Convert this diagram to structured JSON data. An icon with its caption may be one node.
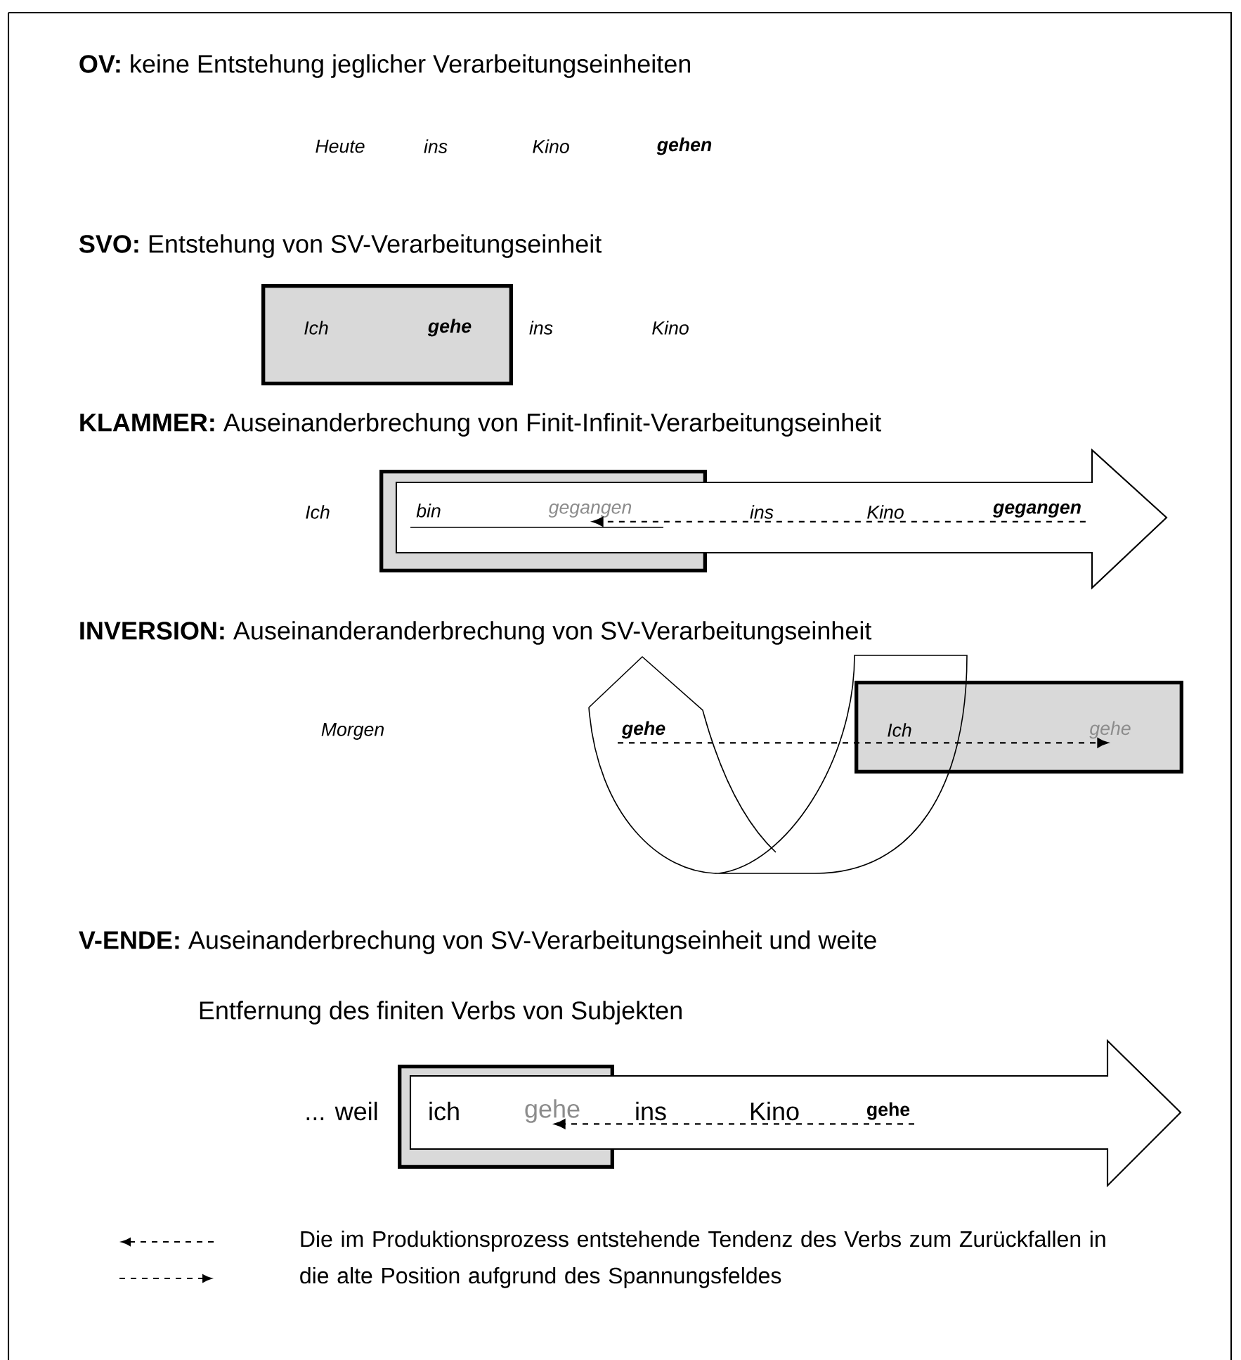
{
  "diagram": {
    "nodes": [
      {
        "text": [
          "Ich",
          "gehe"
        ]
      },
      {
        "text": [],
        "shape": "box"
      },
      {
        "text": [
          "gegangen"
        ],
        "in": 1
      },
      {
        "text": [
          "gegangen"
        ]
      },
      {
        "text": [
          "gehe"
        ]
      },
      {
        "text": [
          "Ich"
        ]
      },
      {
        "text": [
          "gehe"
        ],
        "in": 5
      },
      {
        "text": [],
        "shape": "box"
      },
      {
        "text": [
          "gehe"
        ],
        "in": 7
      },
      {
        "text": [
          "gehe"
        ]
      }
    ],
    "edges": [
      {
        "from": 3,
        "to": 2,
        "arrow": "to",
        "style": "dashed"
      },
      {
        "from": 4,
        "to": 6,
        "arrow": "to",
        "style": "dashed"
      },
      {
        "from": 9,
        "to": 8,
        "arrow": "to",
        "style": "dashed"
      }
    ],
    "labels": [
      "**OV:** keine Entstehung jeglicher Verarbeitungseinheiten",
      "Heute",
      "ins",
      "Kino",
      "gehen",
      "**SVO:** Entstehung von SV-Verarbeitungseinheit",
      "ins",
      "Kino",
      "**KLAMMER:** Auseinanderbrechung von Finit-Infinit-Verarbeitungseinheit",
      "Ich",
      "bin",
      "ins",
      "Kino",
      "**INVERSION:** Auseinanderanderbrechung von SV-Verarbeitungseinheit",
      "Morgen",
      "**V-ENDE:** Auseinanderbrechung von SV-Verarbeitungseinheit und weite",
      "Entfernung des finiten Verbs von Subjekten",
      "... weil",
      "ich",
      "ins",
      "Kino"
    ],
    "legend": [
      {
        "text": "Die im Produktionsprozess entstehende Tendenz des Verbs zum Zurückfallen in die alte Position aufgrund des Spannungsfeldes"
      }
    ]
  }
}
